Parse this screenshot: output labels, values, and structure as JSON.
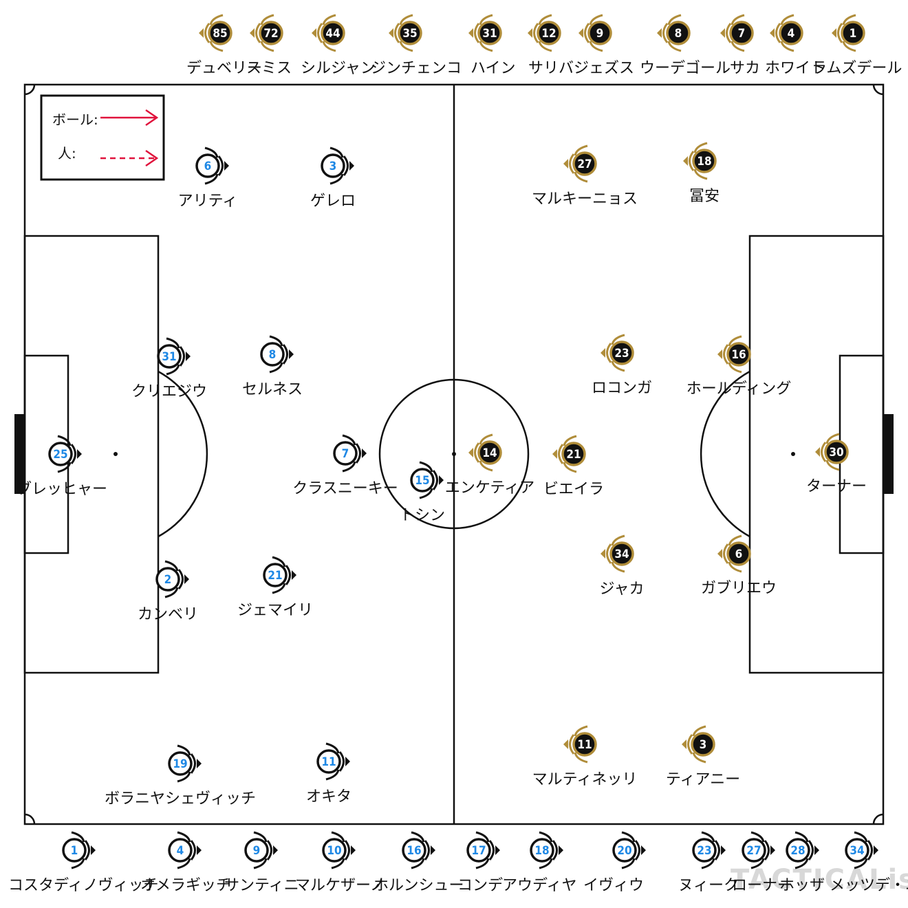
{
  "colors": {
    "home_ring": "#111111",
    "home_fill": "#ffffff",
    "home_number": "#1e88e5",
    "away_ring": "#b08d3a",
    "away_fill": "#111111",
    "away_number": "#ffffff",
    "arrow": "#e0123c",
    "line": "#111111"
  },
  "legend": {
    "ball_label": "ボール:",
    "person_label": "人:"
  },
  "watermark": "TACTICALista",
  "home": {
    "starters": [
      {
        "number": "25",
        "name": "ブレッヒャー"
      },
      {
        "number": "31",
        "name": "クリエジウ"
      },
      {
        "number": "2",
        "name": "カンベリ"
      },
      {
        "number": "6",
        "name": "アリティ"
      },
      {
        "number": "19",
        "name": "ボラニヤシェヴィッチ"
      },
      {
        "number": "8",
        "name": "セルネス"
      },
      {
        "number": "21",
        "name": "ジェマイリ"
      },
      {
        "number": "3",
        "name": "ゲレロ"
      },
      {
        "number": "11",
        "name": "オキタ"
      },
      {
        "number": "7",
        "name": "クラスニーキー"
      },
      {
        "number": "15",
        "name": "トシン"
      }
    ],
    "bench": [
      {
        "number": "1",
        "name": "コスタディノヴィッチ"
      },
      {
        "number": "4",
        "name": "オメラギッチ"
      },
      {
        "number": "9",
        "name": "サンティニ"
      },
      {
        "number": "10",
        "name": "マルケザーノ"
      },
      {
        "number": "16",
        "name": "ホルンシュー"
      },
      {
        "number": "17",
        "name": "コンデ"
      },
      {
        "number": "18",
        "name": "アウディヤ"
      },
      {
        "number": "20",
        "name": "イヴィウ"
      },
      {
        "number": "23",
        "name": "ヌィーク"
      },
      {
        "number": "27",
        "name": "ローナー"
      },
      {
        "number": "28",
        "name": "ホッザ"
      },
      {
        "number": "34",
        "name": "メッツデ・ニッティ"
      }
    ]
  },
  "away": {
    "starters": [
      {
        "number": "30",
        "name": "ターナー"
      },
      {
        "number": "16",
        "name": "ホールディング"
      },
      {
        "number": "6",
        "name": "ガブリエウ"
      },
      {
        "number": "18",
        "name": "冨安"
      },
      {
        "number": "3",
        "name": "ティアニー"
      },
      {
        "number": "23",
        "name": "ロコンガ"
      },
      {
        "number": "34",
        "name": "ジャカ"
      },
      {
        "number": "27",
        "name": "マルキーニョス"
      },
      {
        "number": "11",
        "name": "マルティネッリ"
      },
      {
        "number": "21",
        "name": "ビエイラ"
      },
      {
        "number": "14",
        "name": "エンケティア"
      }
    ],
    "bench": [
      {
        "number": "85",
        "name": "デュベリー"
      },
      {
        "number": "72",
        "name": "スミス"
      },
      {
        "number": "44",
        "name": "シルジャン"
      },
      {
        "number": "35",
        "name": "ジンチェンコ"
      },
      {
        "number": "31",
        "name": "ハイン"
      },
      {
        "number": "12",
        "name": "サリバ"
      },
      {
        "number": "9",
        "name": "ジェズス"
      },
      {
        "number": "8",
        "name": "ウーデゴール"
      },
      {
        "number": "7",
        "name": "サカ"
      },
      {
        "number": "4",
        "name": "ホワイト"
      },
      {
        "number": "1",
        "name": "ラムズデール"
      }
    ]
  }
}
